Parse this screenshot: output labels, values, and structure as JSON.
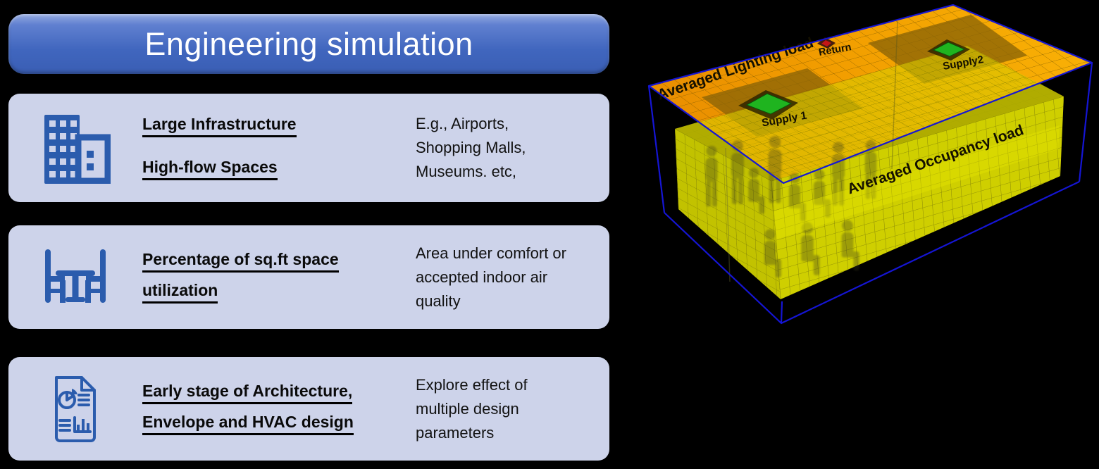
{
  "header": {
    "title": "Engineering simulation"
  },
  "cards": [
    {
      "icon": "building-icon",
      "title_lines": [
        "Large Infrastructure",
        "High-flow Spaces"
      ],
      "description_lines": [
        "E.g., Airports,",
        "Shopping Malls,",
        "Museums. etc,"
      ]
    },
    {
      "icon": "table-chairs-icon",
      "title_lines": [
        "Percentage of sq.ft space",
        "utilization"
      ],
      "description_lines": [
        "Area under comfort or",
        "accepted indoor air",
        "quality"
      ]
    },
    {
      "icon": "document-chart-icon",
      "title_lines": [
        "Early stage of Architecture,",
        "Envelope and HVAC design"
      ],
      "description_lines": [
        "Explore effect of",
        "multiple design",
        "parameters"
      ]
    }
  ],
  "simulation": {
    "labels": {
      "lighting_load": "Averaged Lighting load",
      "return_vent": "Return",
      "supply_1": "Supply 1",
      "supply_2": "Supply2",
      "occupancy_load": "Averaged Occupancy load"
    },
    "colors": {
      "background": "#000000",
      "header_gradient_top": "#7b97d9",
      "header_gradient_bottom": "#3a5eb4",
      "card_background": "#cdd3ea",
      "icon_blue": "#2b5cad",
      "ceiling_orange": "#f09d00",
      "refined_mesh_brown": "#8a6406",
      "occupancy_yellow": "#d2d200",
      "supply_green": "#1fb41f",
      "return_red": "#c41616",
      "wireframe_blue": "#1515d4"
    }
  }
}
